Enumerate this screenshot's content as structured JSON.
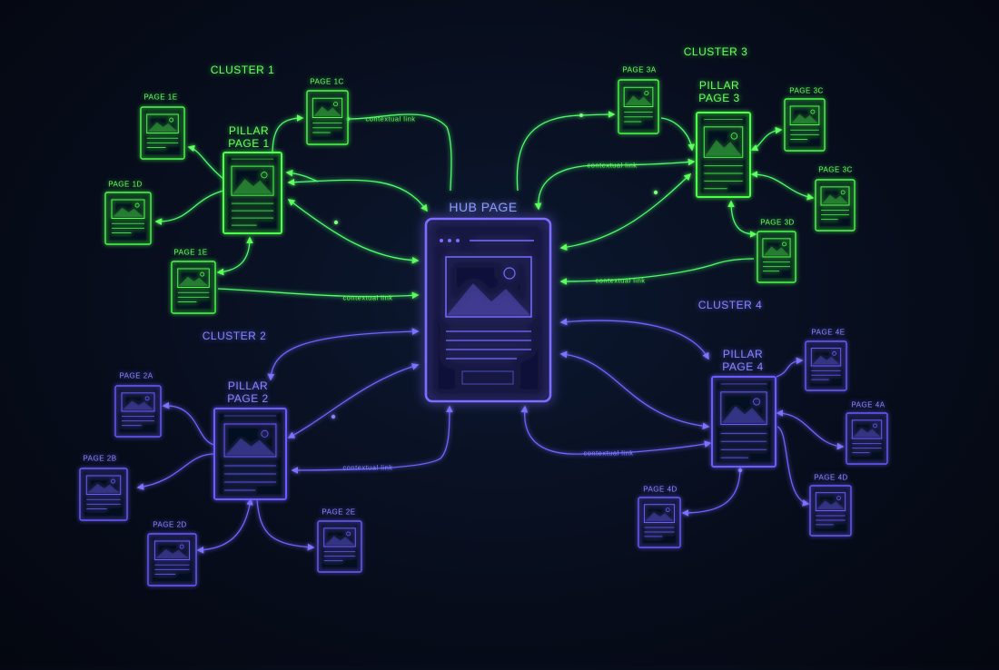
{
  "hub": {
    "label": "HUB PAGE",
    "color": "#7a6dff"
  },
  "clusters": [
    {
      "label": "CLUSTER 1",
      "pillar": "PILLAR PAGE 1",
      "pillar_l1": "PILLAR",
      "pillar_l2": "PAGE 1",
      "color": "#4dff4d",
      "pages": [
        "PAGE 1E",
        "PAGE 1C",
        "PAGE 1D",
        "PAGE 1E"
      ]
    },
    {
      "label": "CLUSTER 2",
      "pillar": "PILLAR PAGE 2",
      "pillar_l1": "PILLAR",
      "pillar_l2": "PAGE 2",
      "color": "#6a5cff",
      "pages": [
        "PAGE 2A",
        "PAGE 2B",
        "PAGE 2D",
        "PAGE 2E"
      ]
    },
    {
      "label": "CLUSTER 3",
      "pillar": "PILLAR PAGE 3",
      "pillar_l1": "PILLAR",
      "pillar_l2": "PAGE 3",
      "color": "#4dff4d",
      "pages": [
        "PAGE 3A",
        "PAGE 3C",
        "PAGE 3C",
        "PAGE 3D"
      ]
    },
    {
      "label": "CLUSTER 4",
      "pillar": "PILLAR PAGE 4",
      "pillar_l1": "PILLAR",
      "pillar_l2": "PAGE 4",
      "color": "#6a5cff",
      "pages": [
        "PAGE 4E",
        "PAGE 4A",
        "PAGE 4D",
        "PAGE 4D"
      ]
    }
  ],
  "link_label": "contextual link"
}
